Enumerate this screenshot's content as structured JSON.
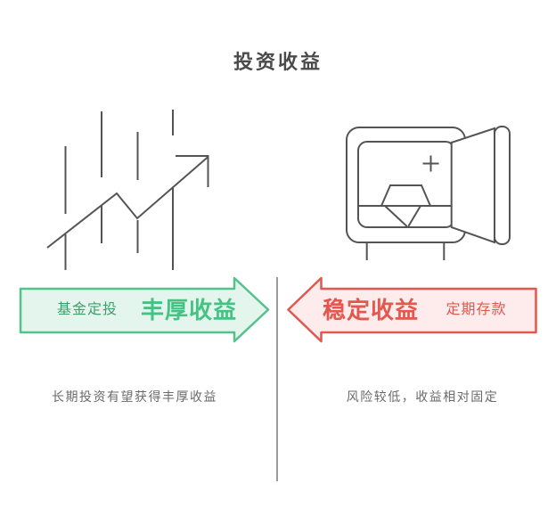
{
  "title": "投资收益",
  "left": {
    "illustration": "growth-chart-with-up-arrow",
    "arrow": {
      "direction": "right",
      "fill": "#e3f5ec",
      "border": "#55c28c",
      "small_label": "基金定投",
      "small_color": "#3f9e6d",
      "big_label": "丰厚收益",
      "big_color": "#46c285"
    },
    "caption": "长期投资有望获得丰厚收益"
  },
  "right": {
    "illustration": "open-safe-with-gold-ingot",
    "arrow": {
      "direction": "left",
      "fill": "#fdeceb",
      "border": "#e2574e",
      "big_label": "稳定收益",
      "big_color": "#e2574e",
      "small_label": "定期存款",
      "small_color": "#e2574e"
    },
    "caption": "风险较低，收益相对固定"
  },
  "colors": {
    "background": "#ffffff",
    "title_text": "#4a4a4a",
    "caption_text": "#6a6a6a",
    "line_art": "#545456",
    "divider": "#9a9a9a"
  }
}
